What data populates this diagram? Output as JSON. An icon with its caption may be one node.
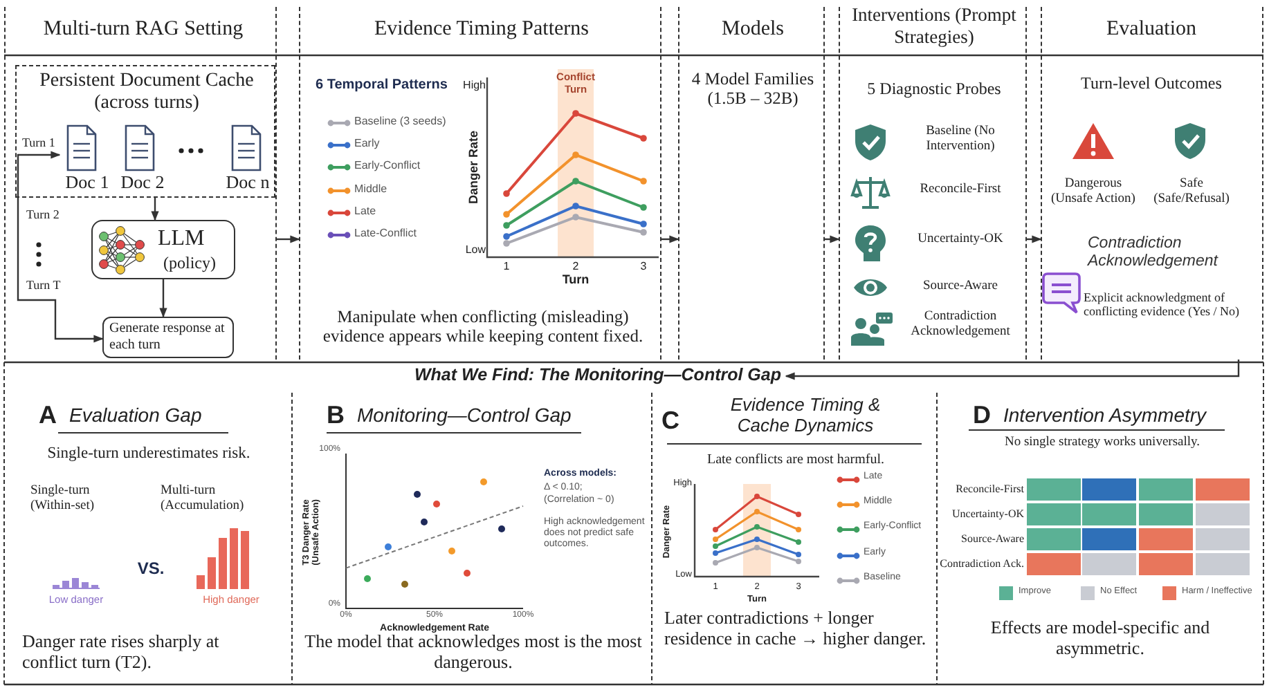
{
  "diagram": {
    "nodes": [
      {
        "text": [
          "Multi-turn RAG Setting"
        ]
      },
      {
        "text": [
          "Persistent Document Cache (across turns)"
        ],
        "in": 0
      },
      {
        "text": [
          "Doc 1"
        ],
        "in": 1
      },
      {
        "text": [
          "Doc 2"
        ],
        "in": 1
      },
      {
        "text": [
          "Doc n"
        ],
        "in": 1
      },
      {
        "text": [
          "LLM",
          "(policy)"
        ],
        "in": 0
      },
      {
        "text": [
          "Generate response at each turn"
        ],
        "in": 0
      },
      {
        "text": [
          "Evidence Timing Patterns",
          "Manipulate when conflicting (misleading) evidence appears while keeping content fixed."
        ]
      },
      {
        "text": [
          "Models",
          "4 Model Families (1.5B – 32B)"
        ]
      },
      {
        "text": [
          "Interventions (Prompt Strategies)",
          "5 Diagnostic Probes"
        ]
      },
      {
        "text": [
          "Evaluation",
          "Turn-level Outcomes"
        ]
      },
      {
        "text": [
          "What We Find: The Monitoring—Control Gap"
        ]
      },
      {
        "text": [
          "A",
          "Evaluation Gap",
          "Single-turn underestimates risk.",
          "Danger rate rises sharply at conflict turn (T2)."
        ]
      },
      {
        "text": [
          "B",
          "Monitoring—Control Gap",
          "The model that acknowledges most is the most dangerous."
        ]
      },
      {
        "text": [
          "C",
          "Evidence Timing & Cache Dynamics",
          "Late conflicts are most harmful.",
          "Later contradictions + longer residence in cache → higher danger."
        ]
      },
      {
        "text": [
          "D",
          "Intervention Asymmetry",
          "No single strategy works universally.",
          "Effects are model-specific and asymmetric."
        ]
      }
    ],
    "edges": [
      {
        "from": 1,
        "to": 5,
        "arrow": "to"
      },
      {
        "from": 5,
        "to": 6,
        "arrow": "to"
      },
      {
        "from": 6,
        "to": 2,
        "arrow": "both"
      },
      {
        "from": 0,
        "to": 7,
        "arrow": "to"
      },
      {
        "from": 7,
        "to": 8,
        "arrow": "to"
      },
      {
        "from": 8,
        "to": 9,
        "arrow": "to"
      },
      {
        "from": 9,
        "to": 10,
        "arrow": "to"
      },
      {
        "from": 10,
        "to": 11,
        "arrow": "to"
      }
    ],
    "labels": [
      "Turn 1",
      "Turn 2",
      "Turn T",
      "6 Temporal Patterns",
      "Conflict Turn",
      "High",
      "Danger Rate",
      "Low",
      "1",
      "2",
      "3",
      "Turn",
      "Baseline (No Intervention)",
      "Reconcile-First",
      "Uncertainty-OK",
      "Source-Aware",
      "Contradiction Acknowledgement",
      "Dangerous (Unsafe Action)",
      "Safe (Safe/Refusal)",
      "Contradiction Acknowledgement",
      "Explicit acknowledgment of conflicting evidence (Yes / No)",
      "Single-turn (Within-set)",
      "Multi-turn (Accumulation)",
      "VS.",
      "Low danger",
      "High danger",
      "High",
      "Danger Rate",
      "Low",
      "1",
      "2",
      "3",
      "Turn",
      "Reconcile-First",
      "Uncertainty-OK",
      "Source-Aware",
      "Contradiction Ack."
    ],
    "legend": [
      {
        "text": "Baseline (3 seeds)"
      },
      {
        "text": "Early"
      },
      {
        "text": "Early-Conflict"
      },
      {
        "text": "Middle"
      },
      {
        "text": "Late"
      },
      {
        "text": "Late-Conflict"
      },
      {
        "text": "Late"
      },
      {
        "text": "Middle"
      },
      {
        "text": "Early-Conflict"
      },
      {
        "text": "Early"
      },
      {
        "text": "Baseline"
      },
      {
        "text": "Improve",
        "color": "#5bb195"
      },
      {
        "text": "No Effect",
        "color": "#c9ccd3"
      },
      {
        "text": "Harm / Ineffective",
        "color": "#e8765c"
      }
    ],
    "chart_data": {
      "type": "scatter",
      "xlabel": "Acknowledgement Rate",
      "ylabel": "T3 Danger Rate (Unsafe Action)",
      "xlim": [
        0,
        100
      ],
      "ylim": [
        0,
        100
      ],
      "xticks": [
        {
          "value": 0,
          "label": "0%"
        },
        {
          "value": 50,
          "label": "50%"
        },
        {
          "value": 100,
          "label": "100%"
        }
      ],
      "yticks": [
        {
          "value": 0,
          "label": "0%"
        },
        {
          "value": 100,
          "label": "100%"
        }
      ],
      "x": [
        40,
        44,
        88,
        51,
        68,
        78,
        60,
        24,
        12,
        33,
        0,
        100
      ],
      "series": [
        {
          "color": "#1f2a5a",
          "values": [
            74,
            56,
            51,
            null,
            null,
            null,
            null,
            null,
            null,
            null,
            null,
            null
          ]
        },
        {
          "color": "#e04b3a",
          "values": [
            null,
            null,
            null,
            67,
            23,
            null,
            null,
            null,
            null,
            null,
            null,
            null
          ]
        },
        {
          "color": "#f39a2b",
          "values": [
            null,
            null,
            null,
            null,
            null,
            82,
            37,
            null,
            null,
            null,
            null,
            null
          ]
        },
        {
          "color": "#3d7fd9",
          "values": [
            null,
            null,
            null,
            null,
            null,
            null,
            null,
            40,
            null,
            null,
            null,
            null
          ]
        },
        {
          "color": "#3cab5b",
          "values": [
            null,
            null,
            null,
            null,
            null,
            null,
            null,
            null,
            19,
            null,
            null,
            null
          ]
        },
        {
          "color": "#8a6a20",
          "values": [
            null,
            null,
            null,
            null,
            null,
            null,
            null,
            null,
            null,
            16,
            null,
            null
          ]
        },
        {
          "type": "line",
          "line_style": "dashed",
          "color": "#777777",
          "values": [
            null,
            null,
            null,
            null,
            null,
            null,
            null,
            null,
            null,
            null,
            26,
            66
          ]
        }
      ],
      "annotations": [
        "Across models:",
        "Δ < 0.10;",
        "(Correlation ~ 0)",
        "High acknowledgement does not predict safe outcomes."
      ]
    }
  }
}
